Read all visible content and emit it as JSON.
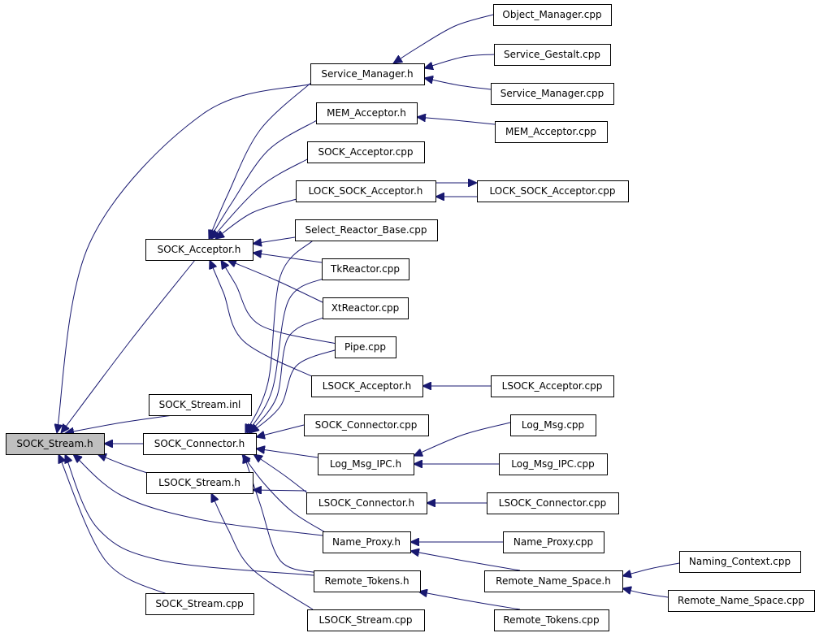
{
  "colors": {
    "edge": "#191970",
    "root_fill": "#bfbfbf",
    "node_fill": "#ffffff",
    "border": "#000000"
  },
  "nodes": [
    {
      "id": "sock_stream_h",
      "label": "SOCK_Stream.h",
      "root": true
    },
    {
      "id": "service_manager_h",
      "label": "Service_Manager.h"
    },
    {
      "id": "object_manager_cpp",
      "label": "Object_Manager.cpp"
    },
    {
      "id": "service_gestalt_cpp",
      "label": "Service_Gestalt.cpp"
    },
    {
      "id": "service_manager_cpp",
      "label": "Service_Manager.cpp"
    },
    {
      "id": "mem_acceptor_h",
      "label": "MEM_Acceptor.h"
    },
    {
      "id": "mem_acceptor_cpp",
      "label": "MEM_Acceptor.cpp"
    },
    {
      "id": "sock_acceptor_cpp",
      "label": "SOCK_Acceptor.cpp"
    },
    {
      "id": "lock_sock_acceptor_h",
      "label": "LOCK_SOCK_Acceptor.h"
    },
    {
      "id": "lock_sock_acceptor_cpp",
      "label": "LOCK_SOCK_Acceptor.cpp"
    },
    {
      "id": "sock_acceptor_h",
      "label": "SOCK_Acceptor.h"
    },
    {
      "id": "select_reactor_base_cpp",
      "label": "Select_Reactor_Base.cpp"
    },
    {
      "id": "tkreactor_cpp",
      "label": "TkReactor.cpp"
    },
    {
      "id": "xtreactor_cpp",
      "label": "XtReactor.cpp"
    },
    {
      "id": "pipe_cpp",
      "label": "Pipe.cpp"
    },
    {
      "id": "lsock_acceptor_h",
      "label": "LSOCK_Acceptor.h"
    },
    {
      "id": "lsock_acceptor_cpp",
      "label": "LSOCK_Acceptor.cpp"
    },
    {
      "id": "sock_stream_inl",
      "label": "SOCK_Stream.inl"
    },
    {
      "id": "sock_connector_cpp",
      "label": "SOCK_Connector.cpp"
    },
    {
      "id": "log_msg_cpp",
      "label": "Log_Msg.cpp"
    },
    {
      "id": "sock_connector_h",
      "label": "SOCK_Connector.h"
    },
    {
      "id": "log_msg_ipc_h",
      "label": "Log_Msg_IPC.h"
    },
    {
      "id": "log_msg_ipc_cpp",
      "label": "Log_Msg_IPC.cpp"
    },
    {
      "id": "lsock_stream_h",
      "label": "LSOCK_Stream.h"
    },
    {
      "id": "lsock_connector_h",
      "label": "LSOCK_Connector.h"
    },
    {
      "id": "lsock_connector_cpp",
      "label": "LSOCK_Connector.cpp"
    },
    {
      "id": "name_proxy_h",
      "label": "Name_Proxy.h"
    },
    {
      "id": "name_proxy_cpp",
      "label": "Name_Proxy.cpp"
    },
    {
      "id": "naming_context_cpp",
      "label": "Naming_Context.cpp"
    },
    {
      "id": "remote_name_space_h",
      "label": "Remote_Name_Space.h"
    },
    {
      "id": "remote_tokens_h",
      "label": "Remote_Tokens.h"
    },
    {
      "id": "remote_name_space_cpp",
      "label": "Remote_Name_Space.cpp"
    },
    {
      "id": "sock_stream_cpp",
      "label": "SOCK_Stream.cpp"
    },
    {
      "id": "lsock_stream_cpp",
      "label": "LSOCK_Stream.cpp"
    },
    {
      "id": "remote_tokens_cpp",
      "label": "Remote_Tokens.cpp"
    }
  ],
  "edges": [
    {
      "from": "object_manager_cpp",
      "to": "service_manager_h"
    },
    {
      "from": "service_gestalt_cpp",
      "to": "service_manager_h"
    },
    {
      "from": "service_manager_cpp",
      "to": "service_manager_h"
    },
    {
      "from": "mem_acceptor_cpp",
      "to": "mem_acceptor_h"
    },
    {
      "from": "lock_sock_acceptor_cpp",
      "to": "lock_sock_acceptor_h"
    },
    {
      "from": "lock_sock_acceptor_h",
      "to": "lock_sock_acceptor_cpp"
    },
    {
      "from": "lsock_acceptor_cpp",
      "to": "lsock_acceptor_h"
    },
    {
      "from": "log_msg_cpp",
      "to": "log_msg_ipc_h"
    },
    {
      "from": "log_msg_ipc_cpp",
      "to": "log_msg_ipc_h"
    },
    {
      "from": "lsock_connector_cpp",
      "to": "lsock_connector_h"
    },
    {
      "from": "name_proxy_cpp",
      "to": "name_proxy_h"
    },
    {
      "from": "remote_name_space_h",
      "to": "name_proxy_h"
    },
    {
      "from": "naming_context_cpp",
      "to": "remote_name_space_h"
    },
    {
      "from": "remote_name_space_cpp",
      "to": "remote_name_space_h"
    },
    {
      "from": "remote_tokens_cpp",
      "to": "remote_tokens_h"
    },
    {
      "from": "service_manager_h",
      "to": "sock_acceptor_h"
    },
    {
      "from": "mem_acceptor_h",
      "to": "sock_acceptor_h"
    },
    {
      "from": "sock_acceptor_cpp",
      "to": "sock_acceptor_h"
    },
    {
      "from": "lock_sock_acceptor_h",
      "to": "sock_acceptor_h"
    },
    {
      "from": "select_reactor_base_cpp",
      "to": "sock_acceptor_h"
    },
    {
      "from": "tkreactor_cpp",
      "to": "sock_acceptor_h"
    },
    {
      "from": "xtreactor_cpp",
      "to": "sock_acceptor_h"
    },
    {
      "from": "pipe_cpp",
      "to": "sock_acceptor_h"
    },
    {
      "from": "lsock_acceptor_h",
      "to": "sock_acceptor_h"
    },
    {
      "from": "select_reactor_base_cpp",
      "to": "sock_connector_h"
    },
    {
      "from": "tkreactor_cpp",
      "to": "sock_connector_h"
    },
    {
      "from": "xtreactor_cpp",
      "to": "sock_connector_h"
    },
    {
      "from": "pipe_cpp",
      "to": "sock_connector_h"
    },
    {
      "from": "sock_connector_cpp",
      "to": "sock_connector_h"
    },
    {
      "from": "log_msg_ipc_h",
      "to": "sock_connector_h"
    },
    {
      "from": "lsock_connector_h",
      "to": "sock_connector_h"
    },
    {
      "from": "name_proxy_h",
      "to": "sock_connector_h"
    },
    {
      "from": "remote_tokens_h",
      "to": "sock_connector_h"
    },
    {
      "from": "lsock_connector_h",
      "to": "lsock_stream_h"
    },
    {
      "from": "lsock_stream_cpp",
      "to": "lsock_stream_h"
    },
    {
      "from": "service_manager_h",
      "to": "sock_stream_h"
    },
    {
      "from": "sock_acceptor_h",
      "to": "sock_stream_h"
    },
    {
      "from": "sock_stream_inl",
      "to": "sock_stream_h"
    },
    {
      "from": "sock_connector_h",
      "to": "sock_stream_h"
    },
    {
      "from": "lsock_stream_h",
      "to": "sock_stream_h"
    },
    {
      "from": "name_proxy_h",
      "to": "sock_stream_h"
    },
    {
      "from": "remote_tokens_h",
      "to": "sock_stream_h"
    },
    {
      "from": "sock_stream_cpp",
      "to": "sock_stream_h"
    }
  ]
}
